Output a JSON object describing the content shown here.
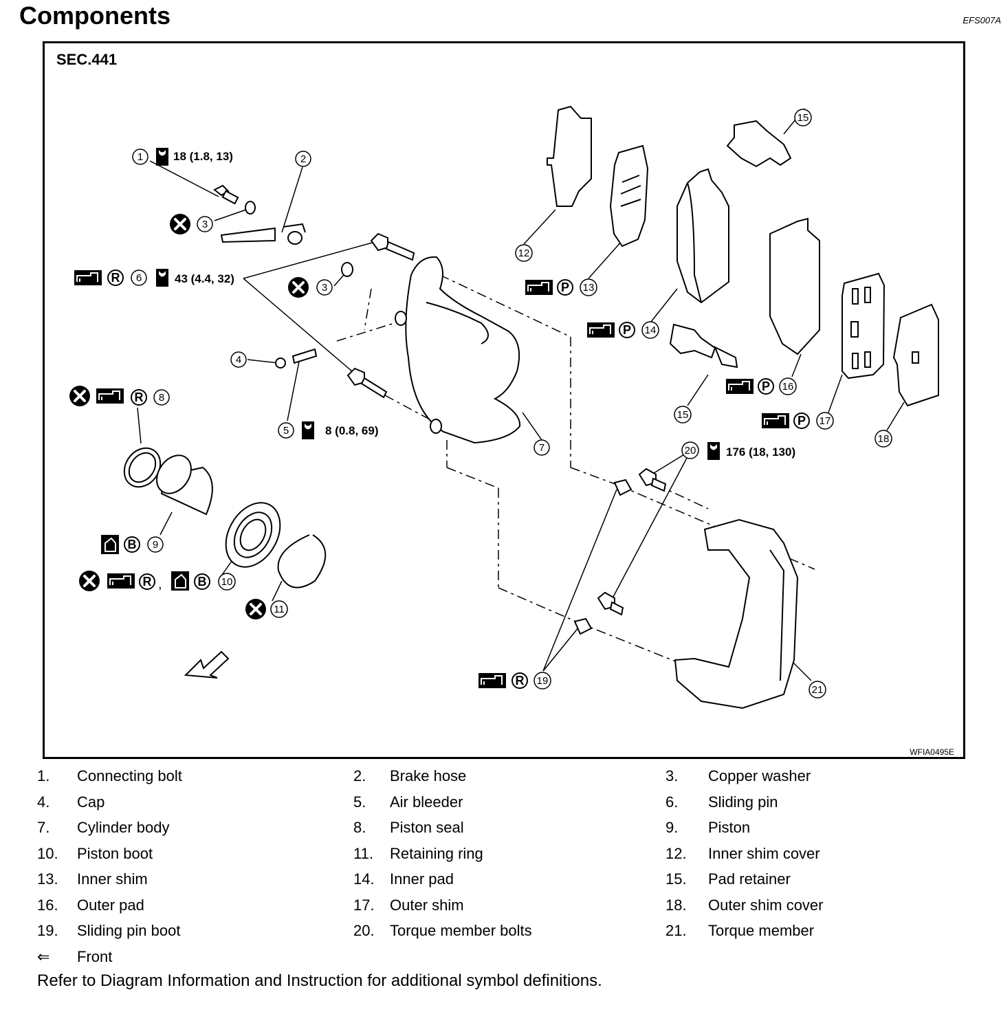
{
  "header": {
    "title": "Components",
    "code": "EFS007A"
  },
  "diagram": {
    "section": "SEC.441",
    "figure_id": "WFIA0495E",
    "torques": {
      "t1": "18 (1.8, 13)",
      "t6": "43 (4.4, 32)",
      "t5": "8 (0.8, 69)",
      "t20": "176 (18, 130)"
    },
    "callouts": [
      "1",
      "2",
      "3",
      "4",
      "5",
      "6",
      "7",
      "8",
      "9",
      "10",
      "11",
      "12",
      "13",
      "14",
      "15",
      "16",
      "17",
      "18",
      "19",
      "20",
      "21"
    ],
    "symbols": {
      "replace": "R",
      "pad_grease": "P",
      "brake_fluid": "B"
    }
  },
  "legend": [
    {
      "num": "1.",
      "label": "Connecting bolt"
    },
    {
      "num": "2.",
      "label": "Brake hose"
    },
    {
      "num": "3.",
      "label": "Copper washer"
    },
    {
      "num": "4.",
      "label": "Cap"
    },
    {
      "num": "5.",
      "label": "Air bleeder"
    },
    {
      "num": "6.",
      "label": "Sliding pin"
    },
    {
      "num": "7.",
      "label": "Cylinder body"
    },
    {
      "num": "8.",
      "label": "Piston seal"
    },
    {
      "num": "9.",
      "label": "Piston"
    },
    {
      "num": "10.",
      "label": "Piston boot"
    },
    {
      "num": "11.",
      "label": "Retaining ring"
    },
    {
      "num": "12.",
      "label": "Inner shim cover"
    },
    {
      "num": "13.",
      "label": "Inner shim"
    },
    {
      "num": "14.",
      "label": "Inner pad"
    },
    {
      "num": "15.",
      "label": "Pad retainer"
    },
    {
      "num": "16.",
      "label": "Outer pad"
    },
    {
      "num": "17.",
      "label": "Outer shim"
    },
    {
      "num": "18.",
      "label": "Outer shim cover"
    },
    {
      "num": "19.",
      "label": "Sliding pin boot"
    },
    {
      "num": "20.",
      "label": "Torque member bolts"
    },
    {
      "num": "21.",
      "label": "Torque member"
    },
    {
      "num": "⇐",
      "label": "Front"
    }
  ],
  "footnote": "Refer to Diagram Information and Instruction for additional symbol definitions."
}
